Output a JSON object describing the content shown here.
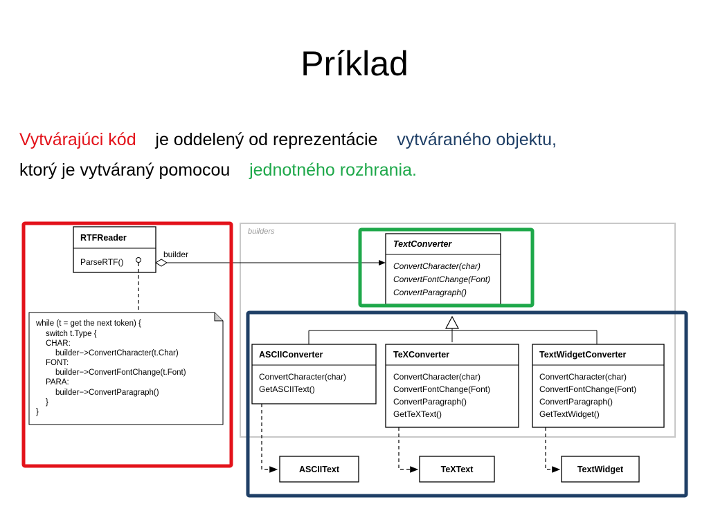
{
  "slide": {
    "title": "Príklad",
    "line1": {
      "part1": "Vytvárajúci kód",
      "part2": "je oddelený od reprezentácie",
      "part3": "vytváraného objektu,"
    },
    "line2": {
      "part1": "ktorý je vytváraný pomocou",
      "part2": "jednotného rozhrania."
    }
  },
  "colors": {
    "red": "#e3121a",
    "blue": "#1f3f66",
    "green": "#1ea84a",
    "text": "#000000",
    "gray_frame": "#c8c8c8"
  },
  "diagram": {
    "builders_label": "builders",
    "rtfreader": {
      "name": "RTFReader",
      "method": "ParseRTF()",
      "association": "builder"
    },
    "code_note": [
      "while (t = get the next token) {",
      "switch t.Type {",
      "CHAR:",
      "builder−>ConvertCharacter(t.Char)",
      "FONT:",
      "builder−>ConvertFontChange(t.Font)",
      "PARA:",
      "builder−>ConvertParagraph()",
      "}",
      "}"
    ],
    "textconverter": {
      "name": "TextConverter",
      "methods": [
        "ConvertCharacter(char)",
        "ConvertFontChange(Font)",
        "ConvertParagraph()"
      ]
    },
    "asciiconverter": {
      "name": "ASCIIConverter",
      "methods": [
        "ConvertCharacter(char)",
        "GetASCIIText()"
      ]
    },
    "texconverter": {
      "name": "TeXConverter",
      "methods": [
        "ConvertCharacter(char)",
        "ConvertFontChange(Font)",
        "ConvertParagraph()",
        "GetTeXText()"
      ]
    },
    "textwidgetconverter": {
      "name": "TextWidgetConverter",
      "methods": [
        "ConvertCharacter(char)",
        "ConvertFontChange(Font)",
        "ConvertParagraph()",
        "GetTextWidget()"
      ]
    },
    "products": {
      "ascii": "ASCIIText",
      "tex": "TeXText",
      "widget": "TextWidget"
    }
  }
}
